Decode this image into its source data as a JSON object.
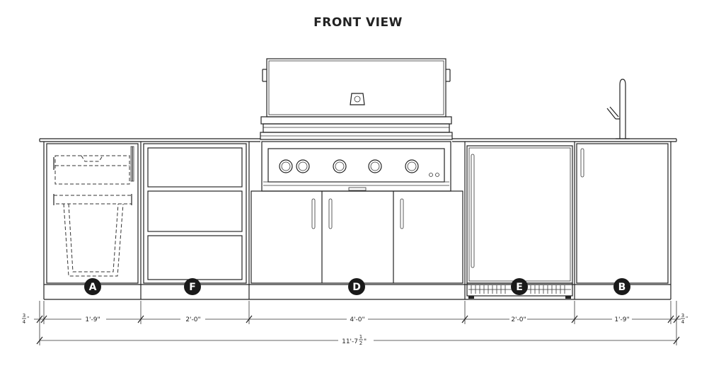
{
  "title": "FRONT VIEW",
  "badges": {
    "a": "A",
    "f": "F",
    "d": "D",
    "e": "E",
    "b": "B"
  },
  "dimensions": {
    "a": "1'-9\"",
    "f": "2'-0\"",
    "d": "4'-0\"",
    "e": "2'-0\"",
    "b": "1'-9\"",
    "total_main": "11'-7",
    "total_frac_num": "1",
    "total_frac_den": "2",
    "total_suffix": "\"",
    "side_num": "3",
    "side_den": "4",
    "side_suffix": "\""
  },
  "colors": {
    "line": "#222222",
    "badge": "#1a1a1a",
    "background": "#ffffff"
  }
}
